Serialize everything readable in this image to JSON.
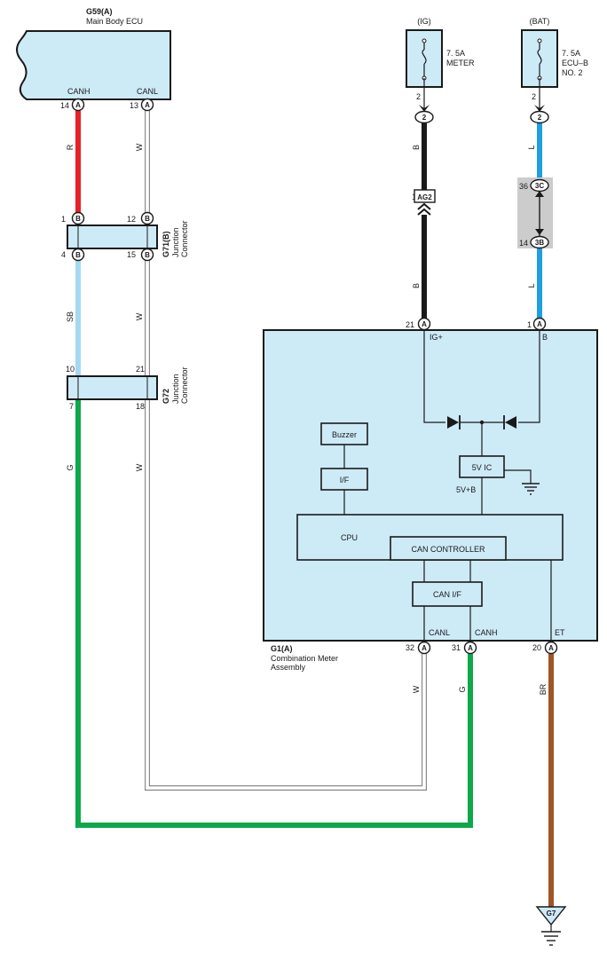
{
  "components": {
    "main_ecu": {
      "code": "G59(A)",
      "name": "Main Body ECU",
      "pin_canh": "CANH",
      "pin_canl": "CANL",
      "pin_canh_num": "14",
      "pin_canl_num": "13"
    },
    "g71": {
      "code": "G71(B)",
      "name_line1": "Junction",
      "name_line2": "Connector",
      "pins": [
        "1",
        "12",
        "4",
        "15"
      ]
    },
    "g72": {
      "code": "G72",
      "name_line1": "Junction",
      "name_line2": "Connector",
      "pins": [
        "10",
        "21",
        "7",
        "18"
      ]
    },
    "meter": {
      "code": "G1(A)",
      "name_line1": "Combination Meter",
      "name_line2": "Assembly",
      "pin_igp": "IG+",
      "pin_b": "B",
      "pin_canl": "CANL",
      "pin_canh": "CANH",
      "pin_et": "ET",
      "pin_igp_num": "21",
      "pin_b_num": "1",
      "pin_canl_num": "32",
      "pin_canh_num": "31",
      "pin_et_num": "20",
      "buzzer": "Buzzer",
      "if_block": "I/F",
      "cpu": "CPU",
      "can_controller": "CAN CONTROLLER",
      "can_if": "CAN I/F",
      "ic5v": "5V IC",
      "v5b": "5V+B"
    },
    "fuse_meter": {
      "source": "(IG)",
      "rating": "7. 5A",
      "name_line1": "METER",
      "pin": "2"
    },
    "fuse_ecub": {
      "source": "(BAT)",
      "rating": "7. 5A",
      "name_line1": "ECU–B",
      "name_line2": "NO. 2",
      "pin": "2"
    },
    "ag2": {
      "code": "AG2",
      "pin": "1"
    },
    "ground": {
      "code": "G7"
    }
  },
  "connectors": {
    "a": "A",
    "b": "B",
    "two": "2",
    "c3c": "3C",
    "c3b": "3B",
    "c3c_pin": "36",
    "c3b_pin": "14"
  },
  "wires": {
    "canh_upper": {
      "label": "R",
      "color": "#e8202a"
    },
    "canh_mid": {
      "label": "SB",
      "color": "#a6d8f2"
    },
    "canh_lower": {
      "label": "G",
      "color": "#0ea84a"
    },
    "canl": {
      "label": "W",
      "color": "#ffffff"
    },
    "ig": {
      "label": "B",
      "color": "#1a1a1a"
    },
    "bat": {
      "label": "L",
      "color": "#1e9fe0"
    },
    "et": {
      "label": "BR",
      "color": "#a0552a"
    }
  },
  "colors": {
    "box_fill": "#cdeaf7",
    "splice_fill": "#cccccc"
  }
}
